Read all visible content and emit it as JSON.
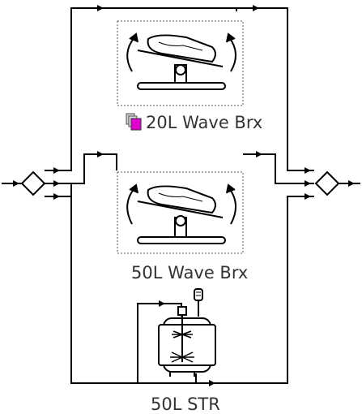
{
  "units": {
    "wave_20l": {
      "label": "20L Wave Brx"
    },
    "wave_50l": {
      "label": "50L Wave Brx"
    },
    "str_50l": {
      "label": "50L STR"
    }
  },
  "colors": {
    "line": "#000000",
    "box_border": "#777777",
    "doc_icon_fill": "#e000d0",
    "doc_icon_back": "#cccccc",
    "label_text": "#333333"
  },
  "icons": [
    "document-stack-icon",
    "wave-bioreactor-icon",
    "stirred-tank-reactor-icon",
    "splitter-icon",
    "mixer-icon",
    "flow-arrow-icon"
  ]
}
